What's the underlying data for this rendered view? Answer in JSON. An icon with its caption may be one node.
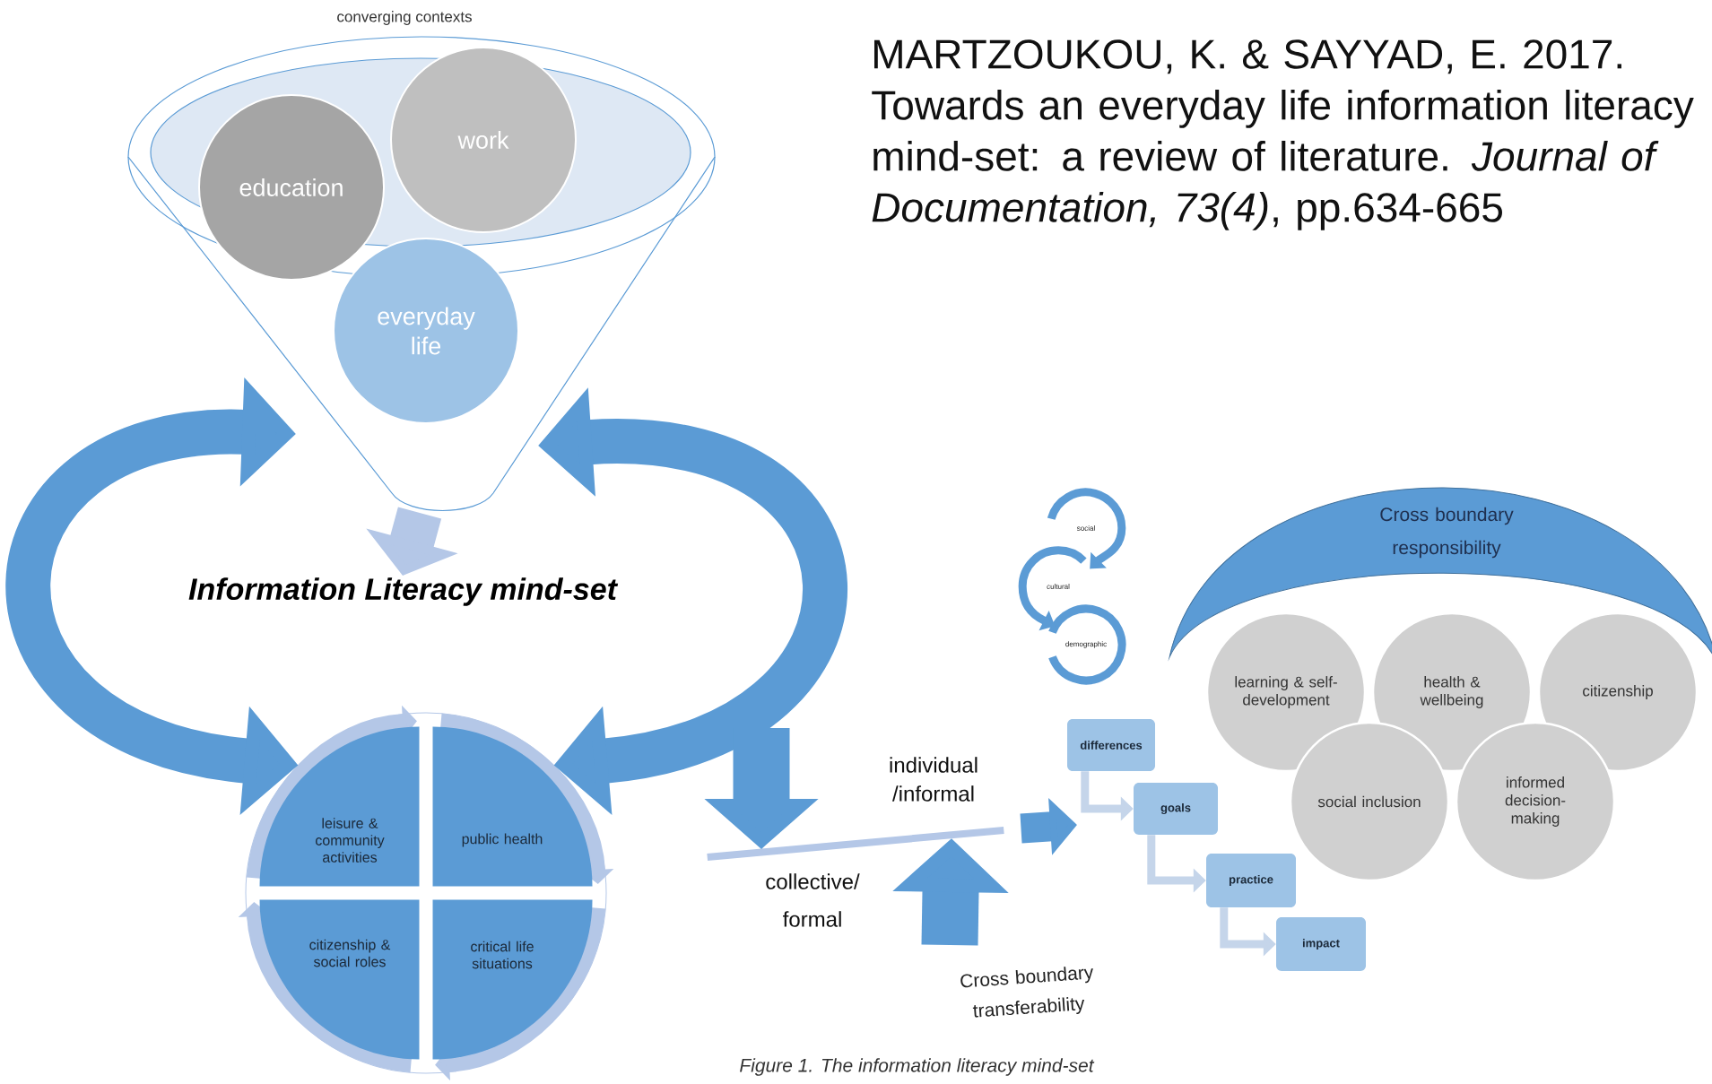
{
  "diagram": {
    "caption": "Figure 1. The information literacy mind-set",
    "nodes": [
      {
        "text": [
          "converging contexts"
        ]
      },
      {
        "text": [
          "education"
        ],
        "in": 0
      },
      {
        "text": [
          "work"
        ],
        "in": 0
      },
      {
        "text": [
          "everyday life"
        ],
        "in": 0
      },
      {
        "text": [
          "Information Literacy mind-set"
        ]
      },
      {
        "text": [],
        "shape": "circle"
      },
      {
        "text": [
          "leisure & community activities"
        ],
        "in": 5
      },
      {
        "text": [
          "public health"
        ],
        "in": 5
      },
      {
        "text": [
          "citizenship & social roles"
        ],
        "in": 5
      },
      {
        "text": [
          "critical life situations"
        ],
        "in": 5
      },
      {
        "text": [
          "Cross boundary transferability"
        ]
      },
      {
        "text": [],
        "shape": "bar"
      },
      {
        "text": [
          "social"
        ]
      },
      {
        "text": [
          "cultural"
        ]
      },
      {
        "text": [
          "demographic"
        ]
      },
      {
        "text": [
          "differences"
        ]
      },
      {
        "text": [
          "goals"
        ]
      },
      {
        "text": [
          "practice"
        ]
      },
      {
        "text": [
          "impact"
        ]
      },
      {
        "text": [
          "Cross boundary responsibility"
        ]
      },
      {
        "text": [
          "learning & self-development"
        ]
      },
      {
        "text": [
          "health & wellbeing"
        ]
      },
      {
        "text": [
          "citizenship"
        ]
      },
      {
        "text": [
          "social inclusion"
        ]
      },
      {
        "text": [
          "informed decision-making"
        ]
      }
    ],
    "edges": [
      {
        "from": 0,
        "to": 4,
        "arrow": "to",
        "color": "#b4c7e7"
      },
      {
        "from": 5,
        "to": 0,
        "arrow": "both"
      },
      {
        "from": 5,
        "to": 0,
        "arrow": "both"
      },
      {
        "from": null,
        "to": 11,
        "arrow": "to",
        "style": "thick"
      },
      {
        "from": 10,
        "to": 11,
        "arrow": "to",
        "style": "thick"
      },
      {
        "from": 11,
        "to": null,
        "arrow": "to"
      },
      {
        "from": 12,
        "to": 13,
        "arrow": "to"
      },
      {
        "from": 13,
        "to": 14,
        "arrow": "to"
      },
      {
        "from": 15,
        "to": 16,
        "arrow": "to",
        "color": "#c5d5ea"
      },
      {
        "from": 16,
        "to": 17,
        "arrow": "to",
        "color": "#c5d5ea"
      },
      {
        "from": 17,
        "to": 18,
        "arrow": "to",
        "color": "#c5d5ea"
      }
    ],
    "labels": [
      "MARTZOUKOU, K. & SAYYAD, E. 2017. Towards an everyday life information literacy mind-set: a review of literature. *Journal of Documentation, 73(4)*, pp.634-665",
      "individual /informal",
      "collective/ formal"
    ]
  }
}
